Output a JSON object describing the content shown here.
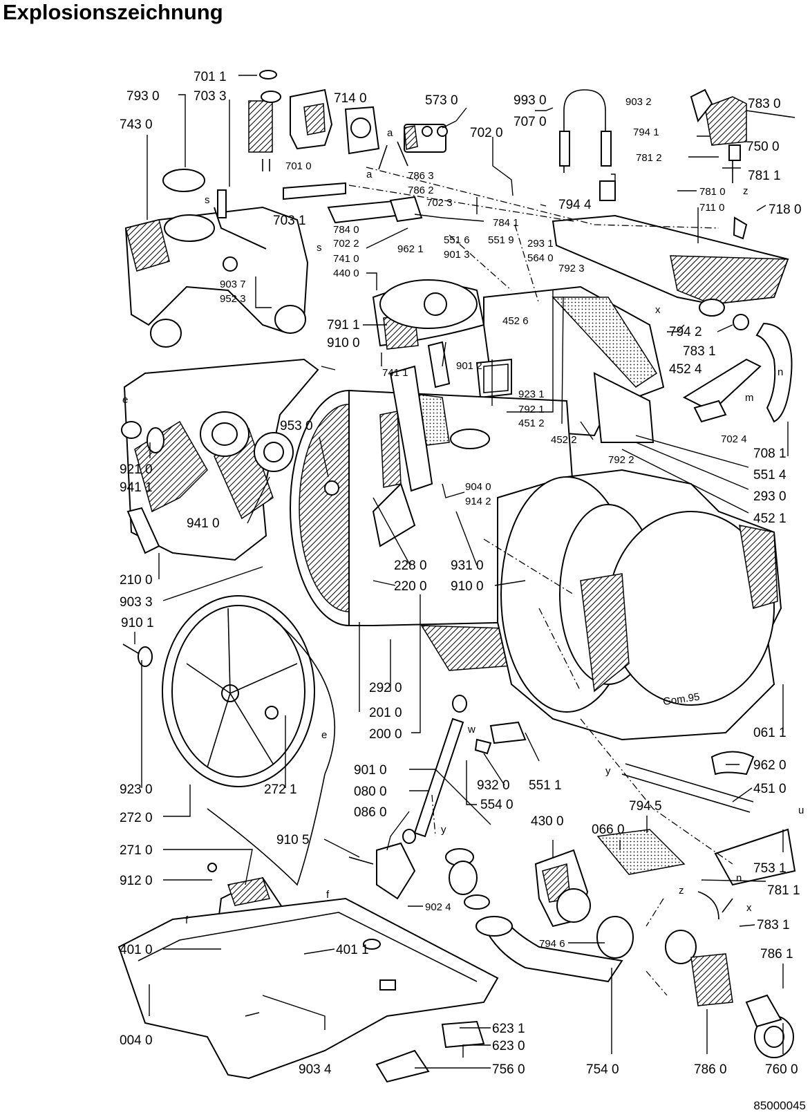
{
  "title": "Explosionszeichnung",
  "doc_number": "85000045",
  "labels": {
    "p701_1": "701  1",
    "p703_3": "703  3",
    "p793_0": "793  0",
    "p743_0": "743  0",
    "p714_0": "714  0",
    "p573_0": "573  0",
    "p993_0": "993  0",
    "p707_0": "707  0",
    "p903_2": "903  2",
    "p783_0": "783  0",
    "p794_1": "794  1",
    "p750_0": "750  0",
    "p781_2": "781  2",
    "p781_1a": "781  1",
    "p701_0": "701  0",
    "p786_3": "786  3",
    "p786_2": "786  2",
    "p702_0": "702  0",
    "p702_3": "702  3",
    "p794_4": "794  4",
    "p781_0": "781  0",
    "p711_0": "711  0",
    "p718_0": "718  0",
    "p703_1": "703  1",
    "p784_0": "784  0",
    "p784_1": "784  1",
    "p702_2": "702  2",
    "p741_0": "741  0",
    "p440_0": "440  0",
    "p551_6": "551  6",
    "p901_3": "901  3",
    "p551_9": "551  9",
    "p293_1": "293  1",
    "p564_0": "564  0",
    "p962_1": "962  1",
    "p792_3": "792  3",
    "p903_7": "903  7",
    "p952_3": "952  3",
    "p791_1": "791  1",
    "p910_0a": "910  0",
    "p452_6": "452  6",
    "p794_2": "794  2",
    "p783_1a": "783  1",
    "p452_4": "452  4",
    "p741_1": "741  1",
    "p901_2": "901  2",
    "p923_1": "923  1",
    "p792_1": "792  1",
    "p451_2": "451  2",
    "p452_2": "452  2",
    "p792_2": "792  2",
    "p702_4": "702  4",
    "p708_1": "708  1",
    "p551_4": "551  4",
    "p293_0": "293  0",
    "p452_1": "452  1",
    "p953_0": "953  0",
    "p921_0": "921  0",
    "p941_1": "941  1",
    "p941_0": "941  0",
    "p904_0": "904  0",
    "p914_2": "914  2",
    "p228_0": "228  0",
    "p931_0": "931  0",
    "p220_0": "220  0",
    "p910_0b": "910  0",
    "p210_0": "210  0",
    "p903_3": "903  3",
    "p910_1": "910  1",
    "p292_0": "292  0",
    "p201_0": "201  0",
    "p200_0": "200  0",
    "p061_1": "061  1",
    "p923_0": "923  0",
    "p272_1": "272  1",
    "p272_0": "272  0",
    "p901_0": "901  0",
    "p080_0": "080  0",
    "p086_0": "086  0",
    "p932_0": "932  0",
    "p551_1": "551  1",
    "p554_0": "554  0",
    "p962_0": "962  0",
    "p451_0": "451  0",
    "p794_5": "794  5",
    "p430_0": "430  0",
    "p066_0": "066  0",
    "p910_5": "910  5",
    "p271_0": "271  0",
    "p753_1": "753  1",
    "p781_1b": "781  1",
    "p912_0": "912  0",
    "p902_4": "902  4",
    "p783_1b": "783  1",
    "p794_6": "794  6",
    "p401_0": "401  0",
    "p401_1": "401  1",
    "p786_1": "786  1",
    "p004_0": "004  0",
    "p623_1": "623  1",
    "p623_0": "623  0",
    "p903_4": "903  4",
    "p756_0": "756  0",
    "p754_0": "754  0",
    "p786_0": "786  0",
    "p760_0": "760  0"
  },
  "letters": {
    "s": "s",
    "a": "a",
    "x": "x",
    "z": "z",
    "e": "e",
    "n": "n",
    "m": "m",
    "w": "w",
    "y": "y",
    "f": "f",
    "u": "u"
  },
  "stamp": "Gom.95"
}
